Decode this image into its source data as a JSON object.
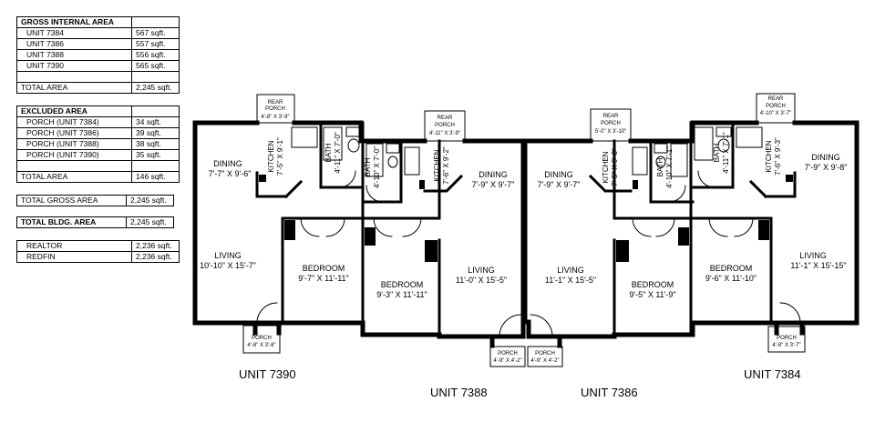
{
  "gross_internal": {
    "header": "GROSS INTERNAL AREA",
    "rows": [
      {
        "name": "UNIT 7384",
        "value": "567 sqft."
      },
      {
        "name": "UNIT 7386",
        "value": "557 sqft."
      },
      {
        "name": "UNIT 7388",
        "value": "556 sqft."
      },
      {
        "name": "UNIT 7390",
        "value": "565 sqft."
      }
    ],
    "total_label": "TOTAL AREA",
    "total_value": "2,245 sqft."
  },
  "excluded": {
    "header": "EXCLUDED AREA",
    "rows": [
      {
        "name": "PORCH (UNIT 7384)",
        "value": "34 sqft."
      },
      {
        "name": "PORCH (UNIT 7386)",
        "value": "39 sqft."
      },
      {
        "name": "PORCH (UNIT 7388)",
        "value": "38 sqft."
      },
      {
        "name": "PORCH (UNIT 7390)",
        "value": "35 sqft."
      }
    ],
    "total_label": "TOTAL AREA",
    "total_value": "146 sqft."
  },
  "totals": {
    "gross_label": "TOTAL GROSS AREA",
    "gross_value": "2,245 sqft.",
    "bldg_label": "TOTAL BLDG. AREA",
    "bldg_value": "2,245 sqft."
  },
  "sources": [
    {
      "name": "REALTOR",
      "value": "2,236 sqft."
    },
    {
      "name": "REDFIN",
      "value": "2,236 sqft."
    }
  ],
  "unit_titles": {
    "u7390": "UNIT 7390",
    "u7388": "UNIT 7388",
    "u7386": "UNIT 7386",
    "u7384": "UNIT 7384"
  },
  "rooms": {
    "u7390_dining": [
      "DINING",
      "7'-7\" X 9'-6\""
    ],
    "u7390_living": [
      "LIVING",
      "10'-10\" X 15'-7\""
    ],
    "u7390_bedroom": [
      "BEDROOM",
      "9'-7\" X 11'-11\""
    ],
    "u7390_kitchen": [
      "KITCHEN",
      "7'-5\" X 9'-1\""
    ],
    "u7390_bath": [
      "BATH",
      "4'-11\" X 7'-0\""
    ],
    "u7390_rear": [
      "REAR",
      "PORCH",
      "4'-8\" X 3'-9\""
    ],
    "u7390_porch": [
      "PORCH",
      "4'-8\" X 3'-8\""
    ],
    "u7388_bath": [
      "BATH",
      "4'-10\" X 7'-0\""
    ],
    "u7388_kitchen": [
      "KITCHEN",
      "7'-6\" X 9'-2\""
    ],
    "u7388_dining": [
      "DINING",
      "7'-9\" X 9'-7\""
    ],
    "u7388_bedroom": [
      "BEDROOM",
      "9'-3\" X 11'-11\""
    ],
    "u7388_living": [
      "LIVING",
      "11'-0\" X 15'-5\""
    ],
    "u7388_rear": [
      "REAR",
      "PORCH",
      "4'-11\" X 3'-9\""
    ],
    "u7388_porch": [
      "PORCH",
      "4'-9\" X 4'-2\""
    ],
    "u7386_dining": [
      "DINING",
      "7'-9\" X 9'-7\""
    ],
    "u7386_kitchen": [
      "KITCHEN",
      "7'-5\" X 9'-3\""
    ],
    "u7386_bath": [
      "BATH",
      "4'-10\" X 7'-1\""
    ],
    "u7386_living": [
      "LIVING",
      "11'-1\" X 15'-5\""
    ],
    "u7386_bedroom": [
      "BEDROOM",
      "9'-5\" X 11'-9\""
    ],
    "u7386_rear": [
      "REAR",
      "PORCH",
      "5'-0\" X 3'-10\""
    ],
    "u7386_porch": [
      "PORCH",
      "4'-9\" X 4'-2\""
    ],
    "u7384_bath": [
      "BATH",
      "4'-11\" X 7'-1\""
    ],
    "u7384_kitchen": [
      "KITCHEN",
      "7'-6\" X 9'-3\""
    ],
    "u7384_dining": [
      "DINING",
      "7'-9\" X 9'-8\""
    ],
    "u7384_bedroom": [
      "BEDROOM",
      "9'-6\" X 11'-10\""
    ],
    "u7384_living": [
      "LIVING",
      "11'-1\" X 15'-15\""
    ],
    "u7384_rear": [
      "REAR",
      "PORCH",
      "4'-10\" X 3'-7\""
    ],
    "u7384_porch": [
      "PORCH",
      "4'-8\" X 3'-7\""
    ]
  }
}
